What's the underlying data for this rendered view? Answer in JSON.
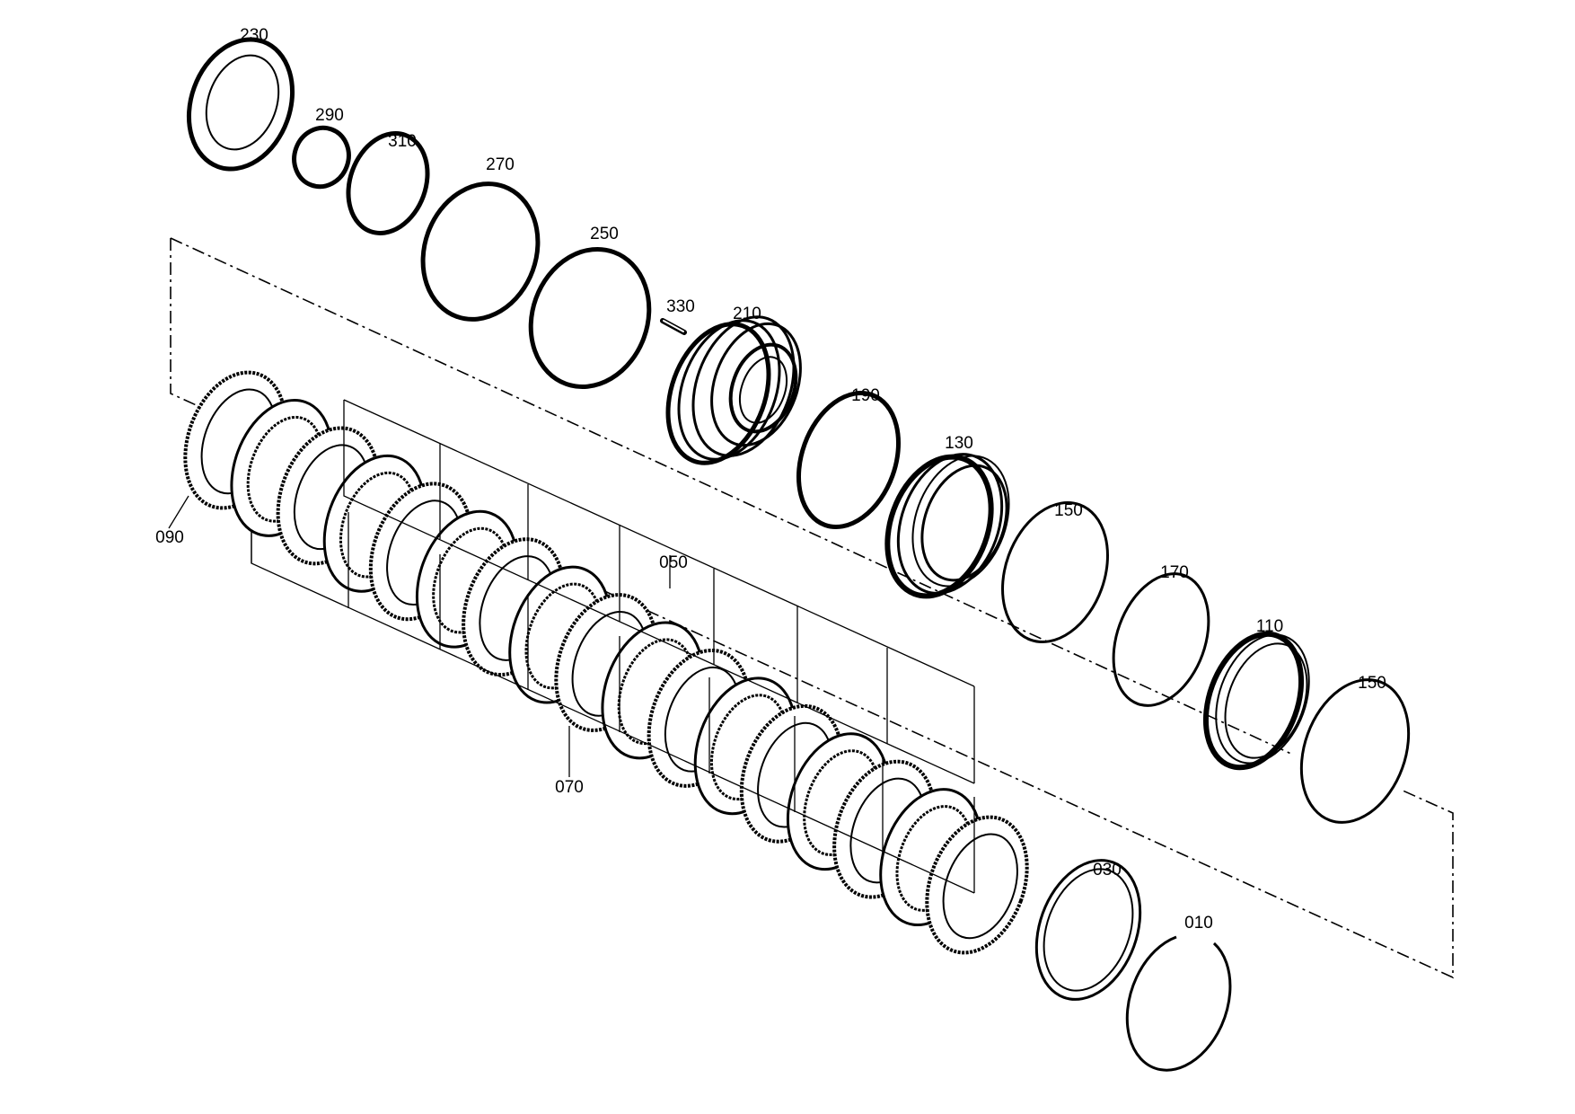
{
  "diagram": {
    "labels": {
      "p230": "230",
      "p290": "290",
      "p310": "310",
      "p270": "270",
      "p250": "250",
      "p330": "330",
      "p210": "210",
      "p190": "190",
      "p130": "130",
      "p150a": "150",
      "p170": "170",
      "p110": "110",
      "p150b": "150",
      "p090": "090",
      "p050": "050",
      "p070": "070",
      "p030": "030",
      "p010": "010"
    }
  }
}
